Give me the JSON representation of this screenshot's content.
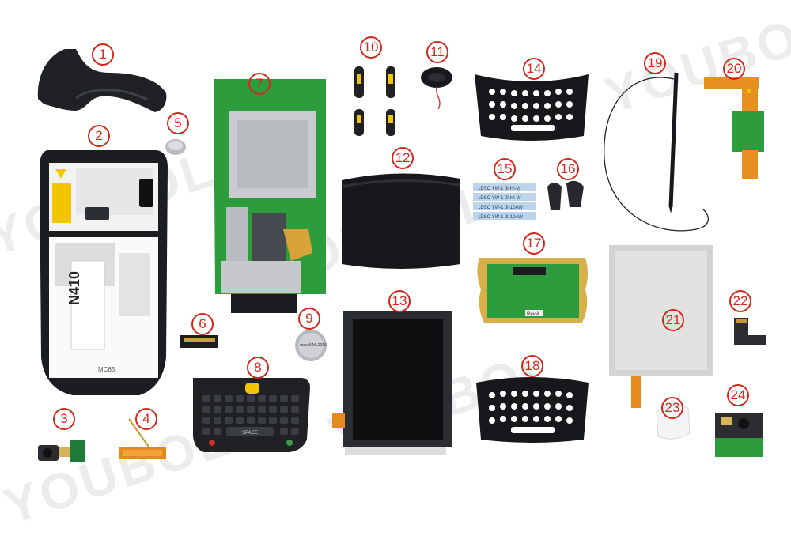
{
  "watermark": "YOUBOL",
  "parts": [
    {
      "number": "1",
      "name": "top-bumper"
    },
    {
      "number": "2",
      "name": "back-housing"
    },
    {
      "number": "3",
      "name": "camera-module"
    },
    {
      "number": "4",
      "name": "antenna-flex"
    },
    {
      "number": "5",
      "name": "vibrator-motor"
    },
    {
      "number": "6",
      "name": "battery-connector"
    },
    {
      "number": "7",
      "name": "main-board"
    },
    {
      "number": "8",
      "name": "keypad"
    },
    {
      "number": "9",
      "name": "coin-battery"
    },
    {
      "number": "10",
      "name": "side-keys"
    },
    {
      "number": "11",
      "name": "speaker"
    },
    {
      "number": "12",
      "name": "battery-cover"
    },
    {
      "number": "13",
      "name": "lcd-display"
    },
    {
      "number": "14",
      "name": "keypad-bezel"
    },
    {
      "number": "15",
      "name": "flex-cables"
    },
    {
      "number": "16",
      "name": "rubber-plugs"
    },
    {
      "number": "17",
      "name": "keypad-board"
    },
    {
      "number": "18",
      "name": "keypad-bezel"
    },
    {
      "number": "19",
      "name": "stylus"
    },
    {
      "number": "20",
      "name": "flex-board"
    },
    {
      "number": "21",
      "name": "touch-digitizer"
    },
    {
      "number": "22",
      "name": "small-flex"
    },
    {
      "number": "23",
      "name": "lens-cover"
    },
    {
      "number": "24",
      "name": "scanner-engine"
    }
  ],
  "labels": {
    "housing_brand": "MC65",
    "housing_model": "N410",
    "battery_text": "maxell ML2016",
    "flex_rows": [
      "1DSC  YW-1  JI-HI-W",
      "1DSC  YW-1  JI-HI-W",
      "1DSC  YW-1  JI-10AW",
      "1DSC  YW-1  JI-10AW"
    ],
    "board_rev": "Rev.A",
    "space_key": "SPACE"
  },
  "colors": {
    "circle": "#d4281c",
    "pcb_green": "#2c9c3c",
    "black_plastic": "#1d1f22",
    "yellow_accent": "#f3c500"
  }
}
